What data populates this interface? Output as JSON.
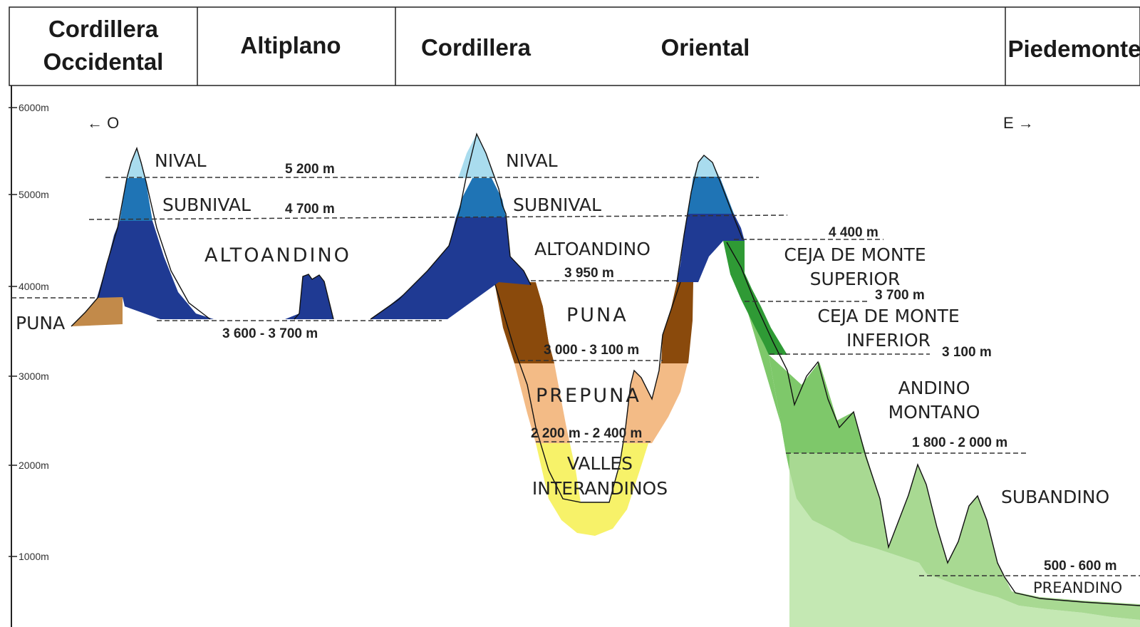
{
  "header": {
    "cordillera_occidental_line1": "Cordillera",
    "cordillera_occidental_line2": "Occidental",
    "altiplano": "Altiplano",
    "cordillera": "Cordillera",
    "oriental": "Oriental",
    "piedemonte": "Piedemonte"
  },
  "axis": {
    "ticks": [
      "6000m",
      "5000m",
      "4000m",
      "3000m",
      "2000m",
      "1000m"
    ]
  },
  "directions": {
    "west": "← O",
    "east": "E →"
  },
  "zones": {
    "nival_1": "NIVAL",
    "subnival_1": "SUBNIVAL",
    "altoandino_1": "ALTOANDINO",
    "puna_1": "PUNA",
    "nival_2": "NIVAL",
    "subnival_2": "SUBNIVAL",
    "altoandino_2": "ALTOANDINO",
    "puna_2": "PUNA",
    "prepuna": "PREPUNA",
    "valles_line1": "VALLES",
    "valles_line2": "INTERANDINOS",
    "ceja_superior_line1": "CEJA DE MONTE",
    "ceja_superior_line2": "SUPERIOR",
    "ceja_inferior_line1": "CEJA DE MONTE",
    "ceja_inferior_line2": "INFERIOR",
    "andino_line1": "ANDINO",
    "andino_line2": "MONTANO",
    "subandino": "SUBANDINO",
    "preandino": "PREANDINO"
  },
  "elevations": {
    "e5200": "5 200 m",
    "e4700": "4 700 m",
    "e3600": "3 600 - 3 700 m",
    "e4400": "4 400 m",
    "e3950": "3 950 m",
    "e3700": "3 700 m",
    "e3000": "3 000 - 3 100 m",
    "e3100": "3 100 m",
    "e2200": "2 200 m - 2 400 m",
    "e1800": "1 800 - 2 000 m",
    "e500": "500 - 600 m"
  },
  "colors": {
    "nival": "#a9dcee",
    "subnival": "#1f74b5",
    "altoandino": "#1f3a93",
    "puna_altiplano": "#c28a4a",
    "puna_valley": "#8a4a0c",
    "prepuna": "#f3bb86",
    "valles": "#f7f269",
    "ceja_superior": "#2f9a35",
    "ceja_inferior": "#7ec86a",
    "andino_montano": "#a8d992",
    "subandino": "#c4e8b3"
  }
}
